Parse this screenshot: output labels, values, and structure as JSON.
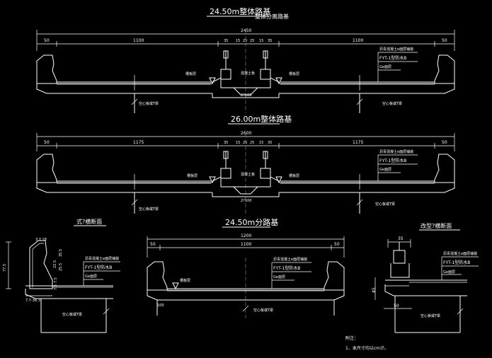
{
  "titles": {
    "top": "24.50m整体路基",
    "top_sub": "整体分离路基",
    "middle": "26.00m整体路基",
    "bottom": "24.50m分路基",
    "detail_left": "式?横断面",
    "detail_right": "改型?横断面"
  },
  "section_top": {
    "overall": "2450",
    "left_margin": "50",
    "left_span": "1100",
    "right_span": "1100",
    "right_margin": "50",
    "median_dims": [
      "35",
      "15",
      "25",
      "25",
      "15",
      "35"
    ],
    "center_dim": "2?100",
    "label_median_left": "槽板层",
    "label_median_right": "槽板层",
    "label_center": "混凝土板",
    "label_girder_left": "空心板或T梁",
    "label_girder_right": "空心板或T梁",
    "layers": [
      "沥青混凝土e面层铺装",
      "FYT-1型防水B",
      "Ge面层"
    ]
  },
  "section_middle": {
    "overall": "2600",
    "left_margin": "50",
    "left_span": "1175",
    "right_span": "1175",
    "right_margin": "50",
    "median_dims": [
      "35",
      "15",
      "25",
      "25",
      "15",
      "35"
    ],
    "center_dim": "2?100",
    "label_median_left": "槽板层",
    "label_median_right": "槽板层",
    "label_center": "混凝土板",
    "label_girder_left": "空心板或T梁",
    "label_girder_right": "空心板或T梁",
    "layers": [
      "沥青混凝土e面层铺装",
      "FYT-1型防水B",
      "Ge面层"
    ]
  },
  "section_bottom": {
    "overall": "1200",
    "left_margin": "50",
    "span": "1100",
    "right_margin": "50",
    "label_median": "槽板层",
    "label_girder": "空心板或T梁",
    "offset": "100",
    "layers": [
      "沥青混凝土e面层铺装",
      "FYT-1型防水B",
      "Ge面层"
    ]
  },
  "detail_left": {
    "dims": [
      "77.5",
      "3.7.18",
      "35.5",
      "25.5",
      "22.5",
      "7.5",
      "7.5",
      "7.7-38.3"
    ],
    "layers": [
      "沥青混凝土e面层铺装",
      "FYT-1型防水B",
      "Ge面层"
    ],
    "label_girder": "空心板或T梁"
  },
  "detail_right": {
    "dims": [
      "35",
      "45",
      "50"
    ],
    "layers": [
      "沥青混凝土e面层铺装",
      "FYT-1型防水B",
      "Ge面层"
    ],
    "label_girder": "空心板或T梁"
  },
  "notes": {
    "heading": "附注：",
    "item_1": "1、本尺寸均以cm计。"
  }
}
